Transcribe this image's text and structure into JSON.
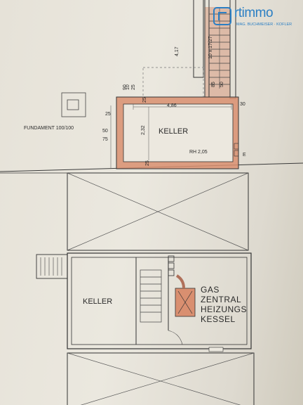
{
  "logo": {
    "brand": "rtimmo",
    "tagline": "MAG. BUCHMEISER · KOFLER"
  },
  "plan": {
    "foundation_label": "FUNDAMENT 100/100",
    "upper_room_label": "KELLER",
    "lower_room_label": "KELLER",
    "room_height": "RH 2,05",
    "window_marker": "E",
    "boiler_label": [
      "GAS",
      "ZENTRAL",
      "HEIZUNGS",
      "KESSEL"
    ],
    "dimensions": {
      "width_upper": "4,86",
      "height_left": "2,32",
      "stair_length": "4,17",
      "stair_note": "10 x 17/27",
      "d_25_a": "25",
      "d_25_b": "25",
      "d_25_c": "25",
      "d_25_d": "25",
      "d_30": "30",
      "d_50": "50",
      "d_75": "75",
      "d_10": "10",
      "d_50b": "50",
      "d_85": "85",
      "d_90": "90"
    }
  }
}
